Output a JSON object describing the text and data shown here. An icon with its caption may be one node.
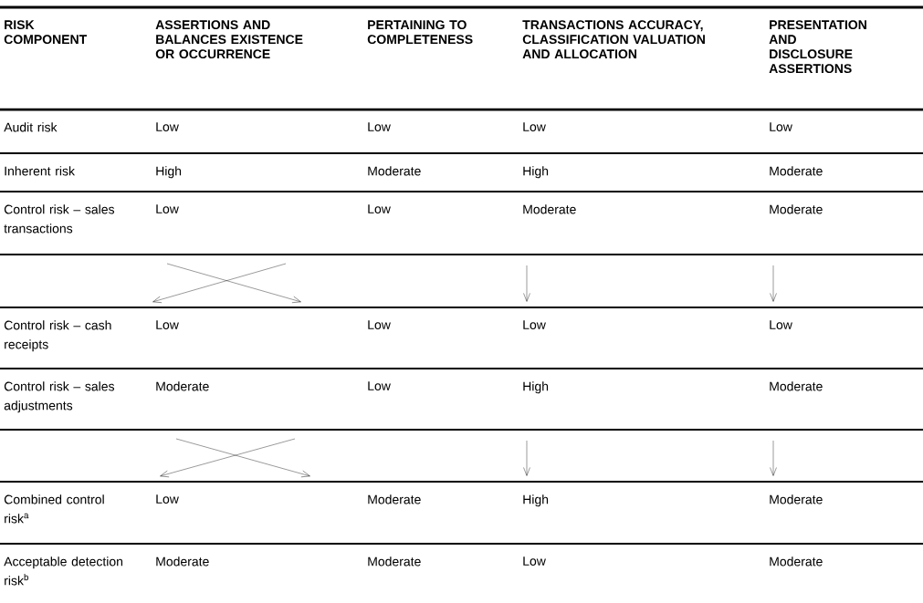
{
  "diagram": {
    "labels": [
      "RISK COMPONENT",
      "ASSERTIONS AND BALANCES EXISTENCE OR OCCURRENCE",
      "PERTAINING TO COMPLETENESS",
      "TRANSACTIONS ACCURACY, CLASSIFICATION VALUATION AND ALLOCATION",
      "PRESENTATION AND DISCLOSURE ASSERTIONS",
      "Audit risk",
      "Low",
      "Low",
      "Low",
      "Low",
      "Inherent risk",
      "High",
      "Moderate",
      "High",
      "Moderate",
      "Control risk – sales transactions",
      "Low",
      "Low",
      "Moderate",
      "Moderate",
      "Control risk – cash receipts",
      "Low",
      "Low",
      "Low",
      "Low",
      "Control risk – sales adjustments",
      "Moderate",
      "Low",
      "High",
      "Moderate",
      "Combined control risk$^{a}$",
      "Low",
      "Moderate",
      "High",
      "Moderate",
      "Acceptable detection risk$^{b}$",
      "Moderate",
      "Moderate",
      "Low",
      "Moderate"
    ]
  }
}
